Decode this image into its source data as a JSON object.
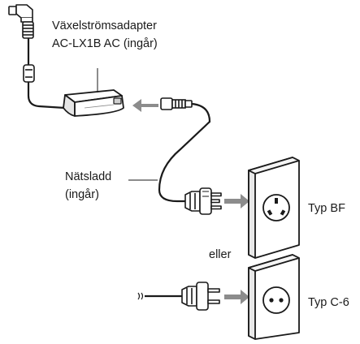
{
  "labels": {
    "adapter_line1": "Växelströmsadapter",
    "adapter_line2": "AC-LX1B AC (ingår)",
    "cord_line1": "Nätsladd",
    "cord_line2": "(ingår)",
    "socket_bf": "Typ BF",
    "or": "eller",
    "socket_c6": "Typ C-6"
  },
  "colors": {
    "line": "#1a1a1a",
    "arrow": "#8c8c8c",
    "adapter_fill": "#ffffff",
    "plug_fill": "#f2f2f2"
  },
  "icons": [
    "dc-plug-icon",
    "ferrite-core-icon",
    "ac-adapter-icon",
    "appliance-connector-icon",
    "bf-plug-icon",
    "bf-socket-icon",
    "c6-plug-icon",
    "c6-socket-icon",
    "arrow-icon"
  ]
}
